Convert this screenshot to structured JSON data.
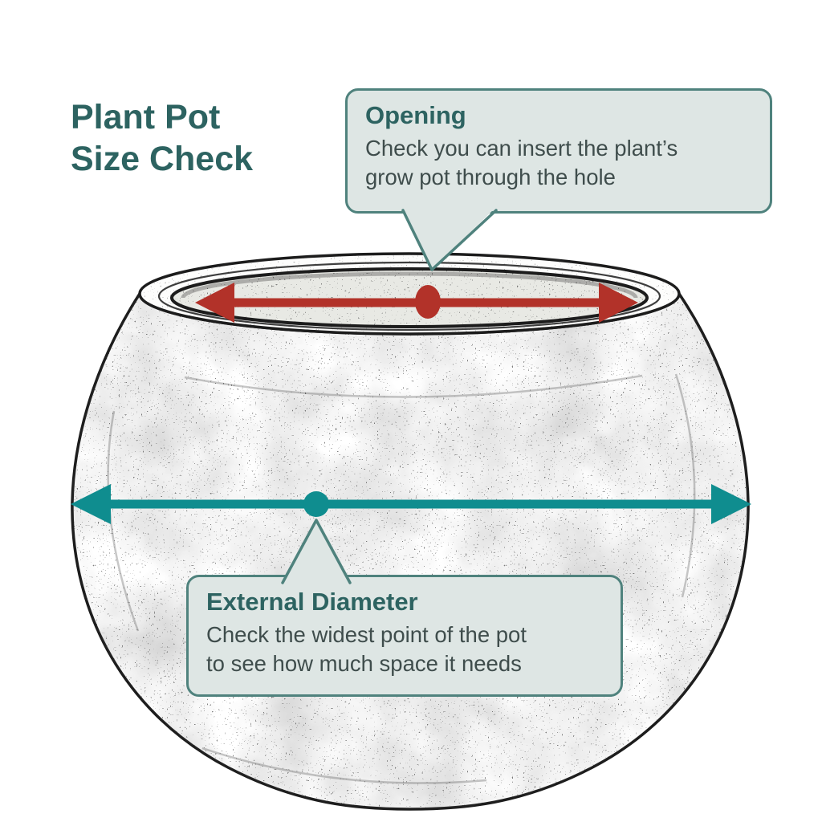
{
  "title": {
    "line1": "Plant Pot",
    "line2": "Size Check"
  },
  "callouts": {
    "opening": {
      "title": "Opening",
      "body_line1": "Check you can insert the plant’s",
      "body_line2": "grow pot through the hole"
    },
    "external_diameter": {
      "title": "External Diameter",
      "body_line1": "Check the widest point of the pot",
      "body_line2": "to see how much space it needs"
    }
  },
  "diagram": {
    "subject": "hand-sketched round plant pot",
    "markers": {
      "opening_arrow": "double-headed-arrow-across-opening",
      "opening_midpoint": "red-midpoint-dot",
      "external_arrow": "double-headed-arrow-across-widest-point",
      "external_midpoint": "teal-midpoint-dot"
    }
  },
  "colors": {
    "background": "#ffffff",
    "title_text": "#2d6361",
    "heading_text": "#2d6361",
    "body_text": "#3f4d4c",
    "callout_fill": "#dee6e4",
    "callout_border": "#4f827d",
    "opening_accent": "#b23229",
    "external_accent": "#0f8d8f",
    "sketch_ink": "#1c1c1c"
  }
}
